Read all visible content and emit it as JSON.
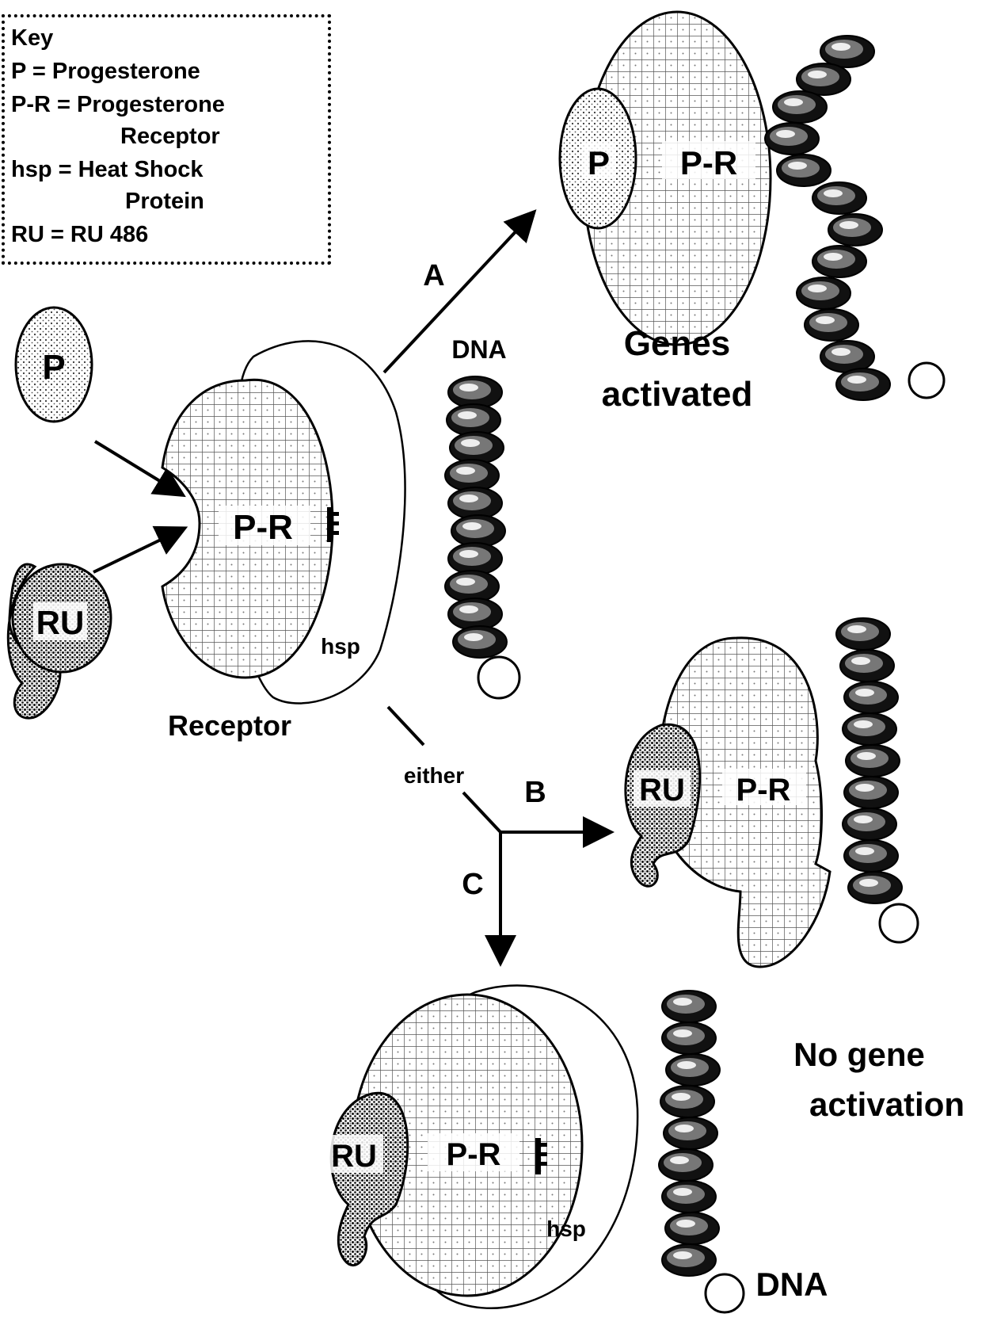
{
  "key": {
    "title": "Key",
    "p": "P  =  Progesterone",
    "pr_1": "P-R  =  Progesterone",
    "pr_2": "Receptor",
    "hsp_1": "hsp = Heat  Shock",
    "hsp_2": "Protein",
    "ru": "RU = RU 486"
  },
  "labels": {
    "p": "P",
    "ru": "RU",
    "pr": "P-R",
    "hsp": "hsp",
    "dna": "DNA",
    "receptor": "Receptor",
    "either": "either",
    "path_a": "A",
    "path_b": "B",
    "path_c": "C",
    "genes_activated_1": "Genes",
    "genes_activated_2": "activated",
    "no_gene_1": "No gene",
    "no_gene_2": "activation"
  }
}
